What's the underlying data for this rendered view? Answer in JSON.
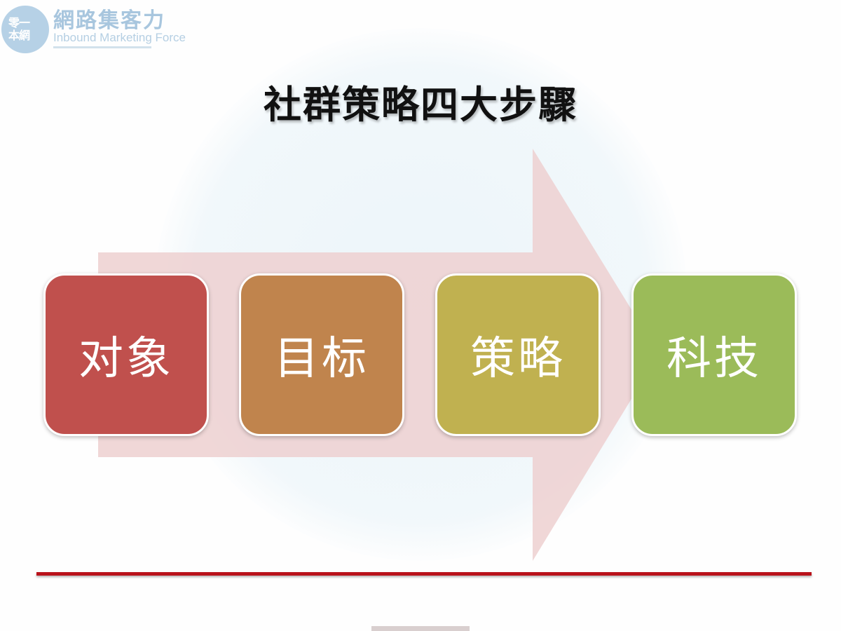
{
  "logo": {
    "badge_text": "零一\n本網",
    "title": "網路集客力",
    "subtitle": "Inbound Marketing Force"
  },
  "title": "社群策略四大步驟",
  "steps": [
    {
      "label": "对象",
      "color": "#c0504d"
    },
    {
      "label": "目标",
      "color": "#c0844d"
    },
    {
      "label": "策略",
      "color": "#c0b150"
    },
    {
      "label": "科技",
      "color": "#9bbb59"
    }
  ],
  "colors": {
    "arrow": "#edd0d0",
    "rule": "#b9121b"
  }
}
